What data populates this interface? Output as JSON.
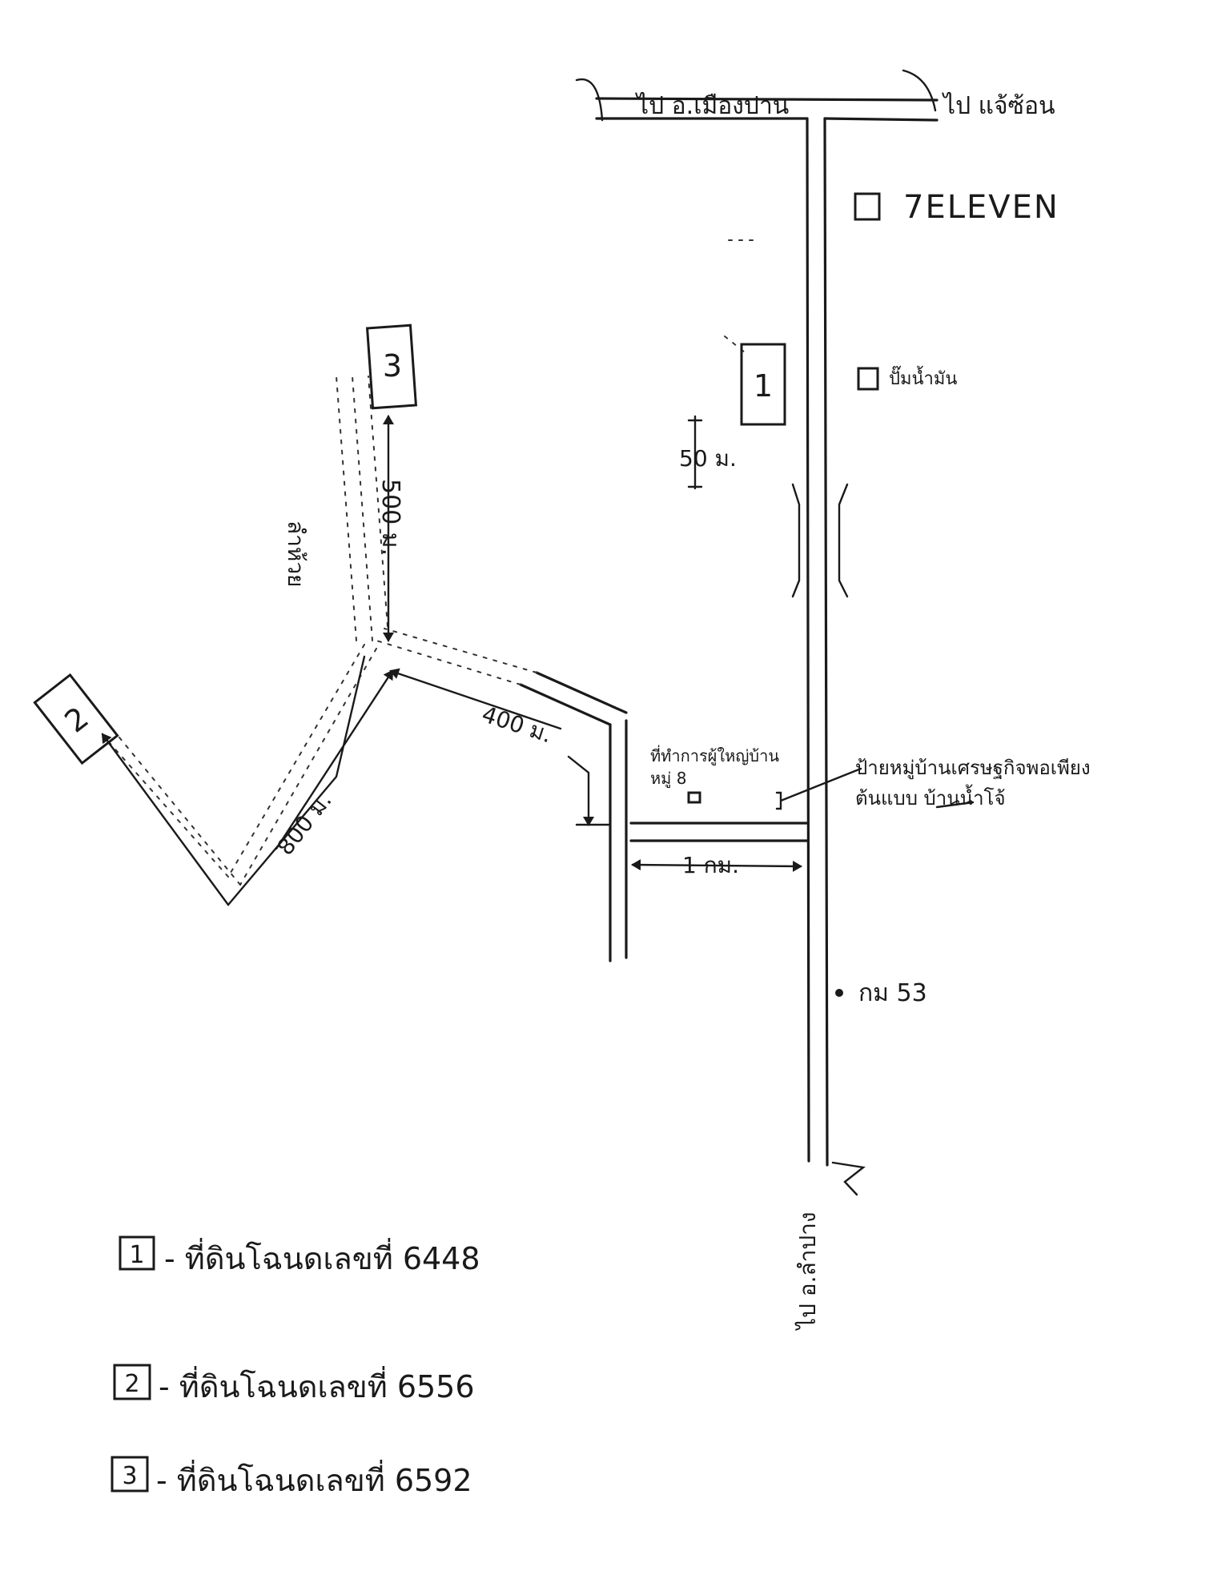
{
  "map": {
    "direction_top_left": "ไป อ.เมืองปาน",
    "direction_top_right": "ไป แจ้ซ้อน",
    "direction_bottom": "ไป อ.ลำปาง",
    "landmark_7eleven": "7ELEVEN",
    "landmark_gas_station": "ปั๊มน้ำมัน",
    "landmark_village_office": "ที่ทำการผู้ใหญ่บ้าน หมู่ 8",
    "landmark_village_sign": "ป้ายหมู่บ้านเศรษฐกิจพอเพียงต้นแบบ บ้านน้ำโจ้",
    "km_marker": "กม 53",
    "dist_50m": "50 ม.",
    "dist_500m": "500 ม.",
    "dist_400m": "400 ม.",
    "dist_800m": "800 ม.",
    "dist_1km": "1 กม.",
    "road_label_stream": "ลำห้วย"
  },
  "plots": [
    {
      "id": "1",
      "label": "ที่ดินโฉนดเลขที่ 6448"
    },
    {
      "id": "2",
      "label": "ที่ดินโฉนดเลขที่ 6556"
    },
    {
      "id": "3",
      "label": "ที่ดินโฉนดเลขที่ 6592"
    }
  ],
  "legend": {
    "item1_num": "1",
    "item1_text": "- ที่ดินโฉนดเลขที่ 6448",
    "item2_num": "2",
    "item2_text": "- ที่ดินโฉนดเลขที่ 6556",
    "item3_num": "3",
    "item3_text": "- ที่ดินโฉนดเลขที่ 6592"
  }
}
